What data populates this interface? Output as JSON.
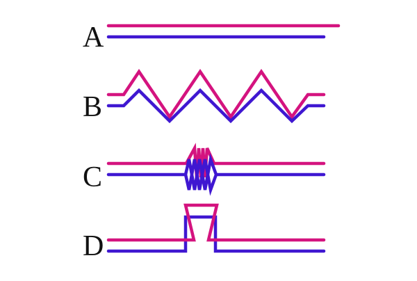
{
  "colors": {
    "pink": "#d4137f",
    "blue": "#3f17d1"
  },
  "labels": {
    "a": "A",
    "b": "B",
    "c": "C",
    "d": "D"
  }
}
